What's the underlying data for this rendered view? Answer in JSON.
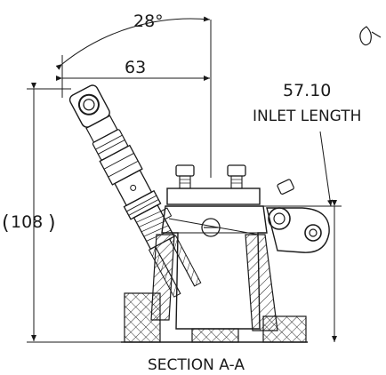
{
  "drawing": {
    "angle_label": "28°",
    "horizontal_dim_label": "63",
    "inlet_value_label": "57.10",
    "inlet_name_label": "INLET LENGTH",
    "height_dim_label": "108",
    "section_label": "SECTION A-A"
  },
  "colors": {
    "line": "#1a1a1a",
    "background": "#ffffff"
  }
}
